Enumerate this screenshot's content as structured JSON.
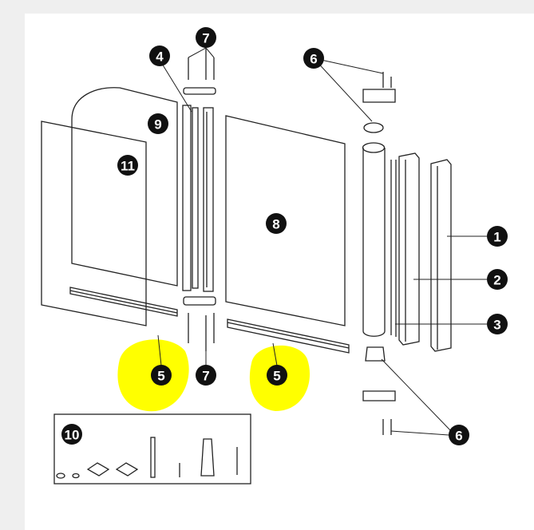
{
  "diagram": {
    "highlight_color": "#ffff00",
    "callouts": [
      {
        "label": "7",
        "part": "hinge-screws-top"
      },
      {
        "label": "4",
        "part": "hinge-profile"
      },
      {
        "label": "6",
        "part": "pivot-top"
      },
      {
        "label": "9",
        "part": "curved-glass-panel"
      },
      {
        "label": "11",
        "part": "rear-glass-panel"
      },
      {
        "label": "8",
        "part": "fixed-glass-panel"
      },
      {
        "label": "1",
        "part": "wall-profile"
      },
      {
        "label": "2",
        "part": "adjust-profile"
      },
      {
        "label": "3",
        "part": "seal-strip"
      },
      {
        "label": "5",
        "part": "bottom-seal-left"
      },
      {
        "label": "7",
        "part": "hinge-screws-bottom"
      },
      {
        "label": "5",
        "part": "bottom-seal-right"
      },
      {
        "label": "6",
        "part": "pivot-bottom"
      },
      {
        "label": "10",
        "part": "fittings-kit"
      }
    ]
  }
}
